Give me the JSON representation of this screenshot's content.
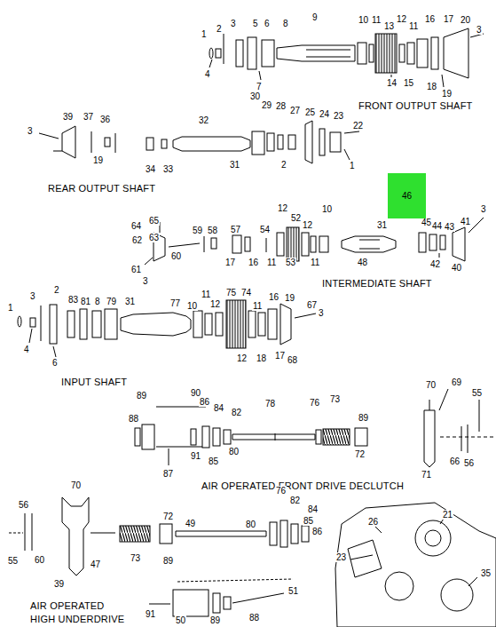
{
  "diagram": {
    "nodes": [
      {
        "text": [
          "46"
        ]
      }
    ],
    "labels": [
      "1",
      "2",
      "3",
      "4",
      "5",
      "6",
      "7",
      "8",
      "9",
      "10",
      "11",
      "13",
      "12",
      "11",
      "16",
      "17",
      "20",
      "3",
      "14",
      "15",
      "18",
      "19",
      "FRONT OUTPUT SHAFT",
      "39",
      "37",
      "36",
      "3",
      "19",
      "34",
      "33",
      "32",
      "30",
      "29",
      "28",
      "27",
      "25",
      "24",
      "23",
      "22",
      "31",
      "2",
      "1",
      "REAR OUTPUT SHAFT",
      "64",
      "65",
      "62",
      "63",
      "61",
      "3",
      "60",
      "59",
      "58",
      "57",
      "54",
      "12",
      "52",
      "12",
      "10",
      "17",
      "16",
      "11",
      "53",
      "11",
      "48",
      "31",
      "45",
      "44",
      "43",
      "41",
      "3",
      "42",
      "40",
      "INTERMEDIATE SHAFT",
      "1",
      "2",
      "3",
      "83",
      "81",
      "8",
      "79",
      "31",
      "77",
      "4",
      "6",
      "10",
      "11",
      "12",
      "75",
      "74",
      "11",
      "16",
      "19",
      "67",
      "3",
      "12",
      "18",
      "17",
      "68",
      "INPUT SHAFT",
      "89",
      "90",
      "86",
      "84",
      "82",
      "78",
      "76",
      "73",
      "70",
      "69",
      "55",
      "88",
      "91",
      "85",
      "80",
      "87",
      "89",
      "72",
      "71",
      "66",
      "56",
      "AIR OPERATED FRONT DRIVE DECLUTCH",
      "56",
      "70",
      "76",
      "82",
      "84",
      "72",
      "49",
      "80",
      "85",
      "86",
      "55",
      "60",
      "39",
      "47",
      "73",
      "89",
      "51",
      "91",
      "50",
      "89",
      "88",
      "AIR OPERATED",
      "HIGH UNDERDRIVE",
      "26",
      "21",
      "23",
      "35"
    ]
  }
}
